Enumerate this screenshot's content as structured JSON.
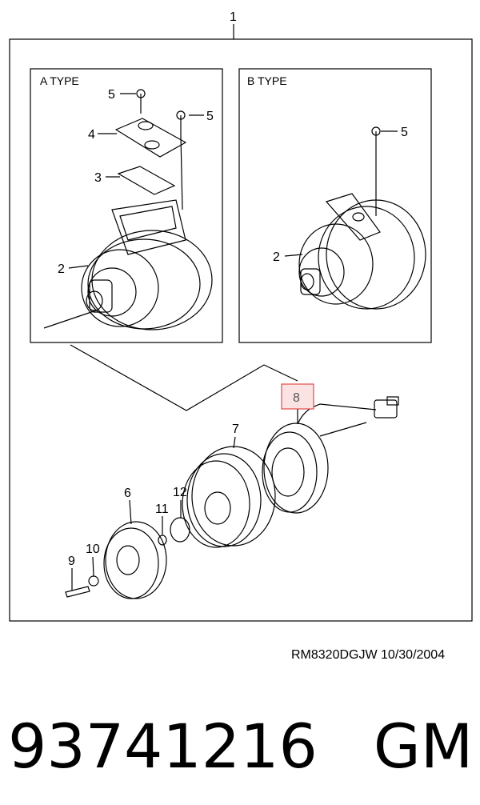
{
  "diagram": {
    "assembly_callout": "1",
    "panel_a_title": "A TYPE",
    "panel_b_title": "B TYPE",
    "panel_a_callouts": [
      "5",
      "5",
      "4",
      "3",
      "2"
    ],
    "panel_b_callouts": [
      "5",
      "2"
    ],
    "clutch_callouts": [
      "8",
      "7",
      "12",
      "11",
      "6",
      "10",
      "9"
    ],
    "highlight_color": "#e24b4b",
    "highlight_fill": "#fbe3e3"
  },
  "footer": {
    "reference": "RM8320DGJW  10/30/2004",
    "part_number": "93741216",
    "brand": "GM"
  }
}
